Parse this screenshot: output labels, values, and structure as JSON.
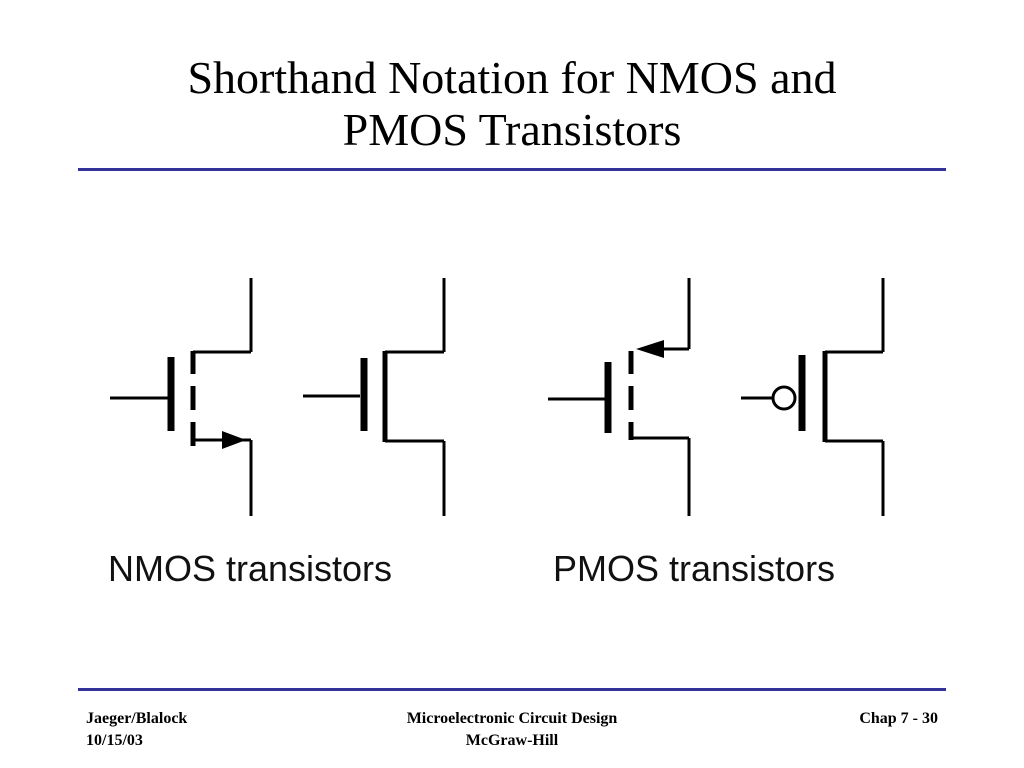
{
  "title": {
    "line1": "Shorthand Notation for NMOS and",
    "line2": "PMOS Transistors"
  },
  "captions": {
    "nmos": "NMOS transistors",
    "pmos": "PMOS transistors"
  },
  "footer": {
    "authors": "Jaeger/Blalock",
    "date": "10/15/03",
    "book": "Microelectronic Circuit Design",
    "publisher": "McGraw-Hill",
    "page": "Chap 7 - 30"
  },
  "colors": {
    "rule": "#33339a",
    "text": "#000000"
  }
}
